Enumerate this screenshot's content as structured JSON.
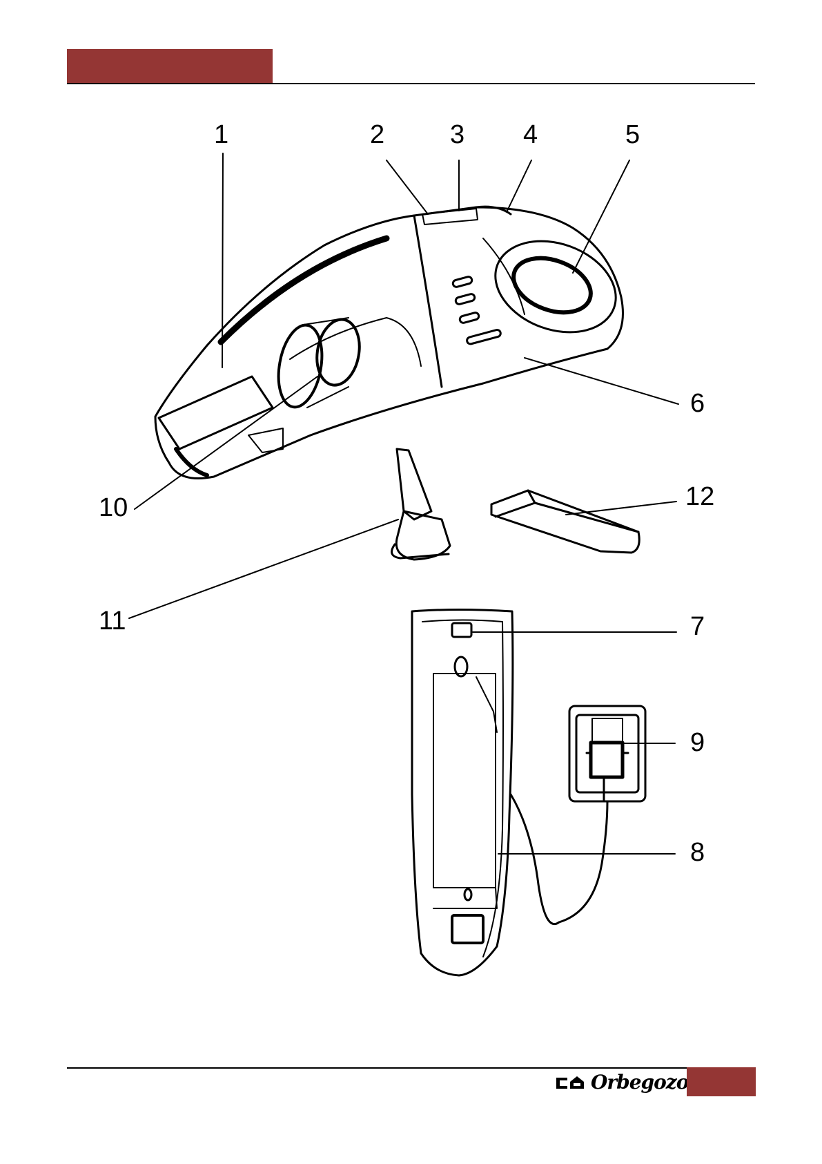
{
  "colors": {
    "accent": "#943634",
    "ink": "#000000",
    "paper": "#ffffff"
  },
  "header": {
    "bar_text": ""
  },
  "footer": {
    "brand_icon": "house-logo-icon",
    "brand_name": "Orbegozo"
  },
  "callouts": [
    {
      "id": "1",
      "label": "1"
    },
    {
      "id": "2",
      "label": "2"
    },
    {
      "id": "3",
      "label": "3"
    },
    {
      "id": "4",
      "label": "4"
    },
    {
      "id": "5",
      "label": "5"
    },
    {
      "id": "6",
      "label": "6"
    },
    {
      "id": "7",
      "label": "7"
    },
    {
      "id": "8",
      "label": "8"
    },
    {
      "id": "9",
      "label": "9"
    },
    {
      "id": "10",
      "label": "10"
    },
    {
      "id": "11",
      "label": "11"
    },
    {
      "id": "12",
      "label": "12"
    }
  ]
}
